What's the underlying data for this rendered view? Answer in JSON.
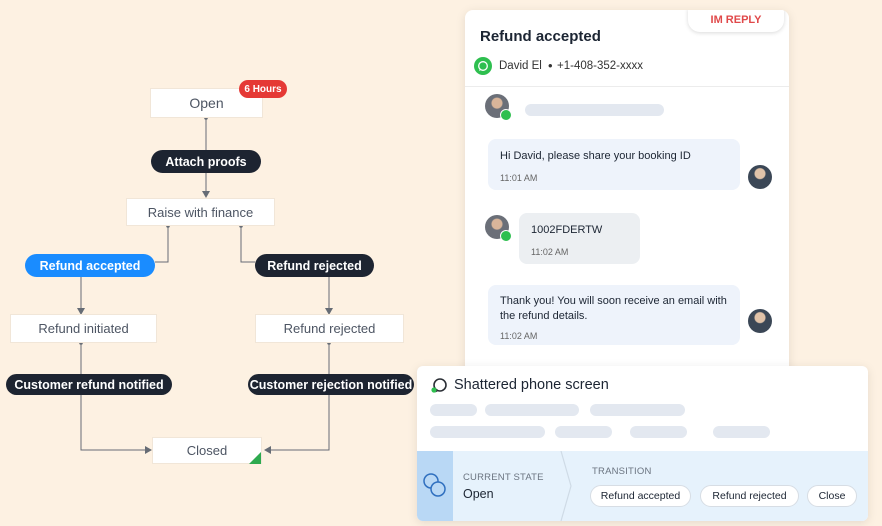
{
  "flowchart": {
    "nodes": {
      "open": "Open",
      "raise_with_finance": "Raise with finance",
      "refund_initiated": "Refund initiated",
      "refund_rejected_status": "Refund rejected",
      "closed": "Closed"
    },
    "badge": "6 Hours",
    "actions": {
      "attach_proofs": "Attach proofs",
      "refund_accepted": "Refund accepted",
      "refund_rejected": "Refund rejected",
      "customer_refund_notified": "Customer refund notified",
      "customer_rejection_notified": "Customer rejection notified"
    },
    "colors": {
      "active_action": "#1a8cff",
      "action": "#1d2431",
      "badge": "#e53935",
      "closed_marker": "#2eaa4f"
    }
  },
  "chat": {
    "title": "Refund accepted",
    "im_reply_label": "IM REPLY",
    "contact": {
      "name": "David El",
      "phone": "+1-408-352-xxxx",
      "channel_icon": "whatsapp-icon"
    },
    "messages": [
      {
        "from": "agent",
        "text": "Hi David, please share your booking ID",
        "time": "11:01 AM"
      },
      {
        "from": "customer",
        "text": "1002FDERTW",
        "time": "11:02 AM"
      },
      {
        "from": "agent",
        "text": "Thank you! You will soon receive an email with the refund details.",
        "time": "11:02 AM"
      }
    ]
  },
  "ticket": {
    "title": "Shattered phone screen",
    "channel_icon": "whatsapp-icon",
    "current_state_label": "CURRENT STATE",
    "current_state_value": "Open",
    "transition_label": "TRANSITION",
    "transitions": [
      "Refund accepted",
      "Refund rejected",
      "Close"
    ],
    "colors": {
      "state_bar": "#e6f2fc",
      "state_icon_box": "#b9d8f5"
    }
  }
}
